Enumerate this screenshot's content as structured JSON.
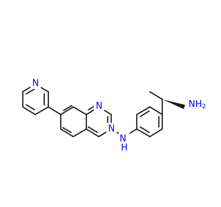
{
  "atoms": {
    "pyridine_n": "N",
    "quinazoline_n3": "N",
    "quinazoline_n1": "N",
    "amine_nh": "NH",
    "amine_nh2": "NH",
    "amine_nh2_sub": "2"
  }
}
